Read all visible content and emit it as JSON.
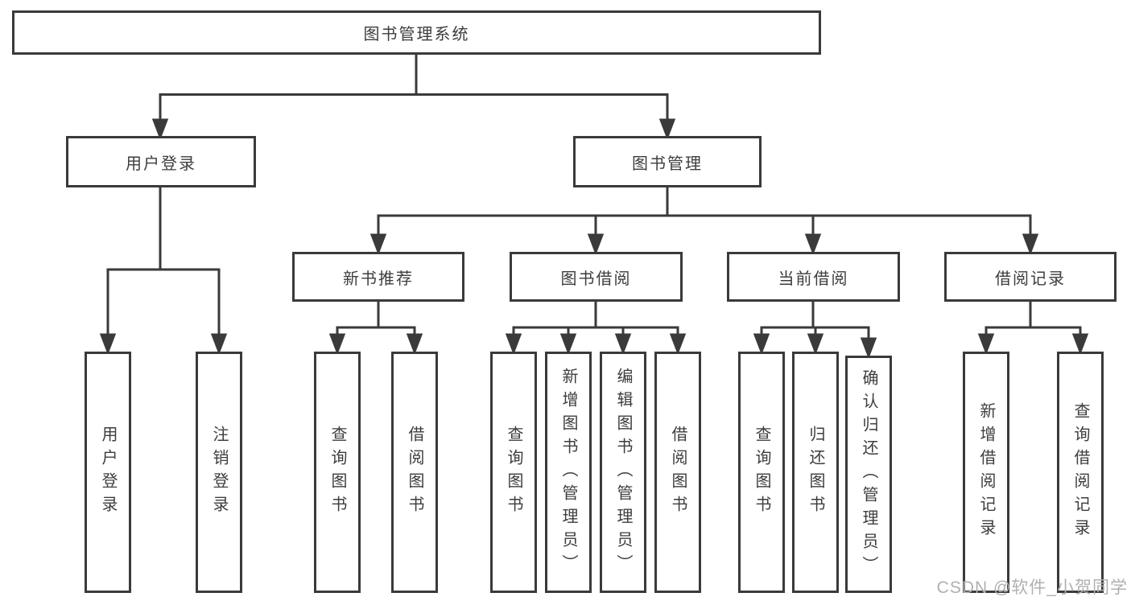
{
  "colors": {
    "background": "#ffffff",
    "line": "#3a3a3a",
    "box_border": "#3a3a3a",
    "text": "#3d3d3d",
    "watermark_text": "#b0b0b0"
  },
  "watermark": {
    "text": "CSDN @软件_小贺同学"
  },
  "tree": {
    "root": {
      "label": "图书管理系统",
      "children": [
        {
          "label": "用户登录",
          "children": [
            {
              "label": "用户登录"
            },
            {
              "label": "注销登录"
            }
          ]
        },
        {
          "label": "图书管理",
          "children": [
            {
              "label": "新书推荐",
              "children": [
                {
                  "label": "查询图书"
                },
                {
                  "label": "借阅图书"
                }
              ]
            },
            {
              "label": "图书借阅",
              "children": [
                {
                  "label": "查询图书"
                },
                {
                  "label": "新增图书（管理员）"
                },
                {
                  "label": "编辑图书（管理员）"
                },
                {
                  "label": "借阅图书"
                }
              ]
            },
            {
              "label": "当前借阅",
              "children": [
                {
                  "label": "查询图书"
                },
                {
                  "label": "归还图书"
                },
                {
                  "label": "确认归还（管理员）"
                }
              ]
            },
            {
              "label": "借阅记录",
              "children": [
                {
                  "label": "新增借阅记录"
                },
                {
                  "label": "查询借阅记录"
                }
              ]
            }
          ]
        }
      ]
    }
  }
}
